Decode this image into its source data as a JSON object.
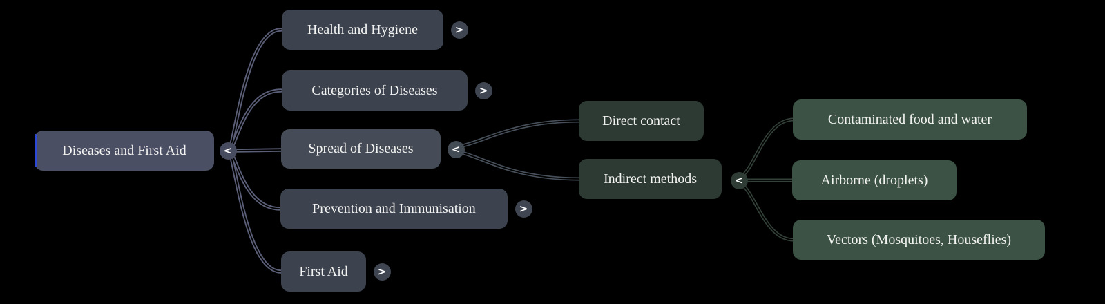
{
  "mindmap": {
    "root": {
      "label": "Diseases and First Aid",
      "expander": "<"
    },
    "branches": [
      {
        "label": "Health and Hygiene",
        "expander": ">"
      },
      {
        "label": "Categories of Diseases",
        "expander": ">"
      },
      {
        "label": "Spread of Diseases",
        "expander": "<",
        "children": [
          {
            "label": "Direct contact"
          },
          {
            "label": "Indirect methods",
            "expander": "<",
            "children": [
              {
                "label": "Contaminated food and water"
              },
              {
                "label": "Airborne (droplets)"
              },
              {
                "label": "Vectors (Mosquitoes, Houseflies)"
              }
            ]
          }
        ]
      },
      {
        "label": "Prevention and Immunisation",
        "expander": ">"
      },
      {
        "label": "First Aid",
        "expander": ">"
      }
    ]
  },
  "colors": {
    "background": "#000000",
    "root_node": "#4b4f64",
    "root_accent": "#2e49d4",
    "level2_node": "#3c434f",
    "level2_node_open": "#454c57",
    "level3_node": "#2d3a34",
    "level4_node": "#3b5244",
    "link_level1": "#5a5e77",
    "link_level2": "#47505a",
    "link_level3": "#334139",
    "text": "#f3f3f1"
  }
}
